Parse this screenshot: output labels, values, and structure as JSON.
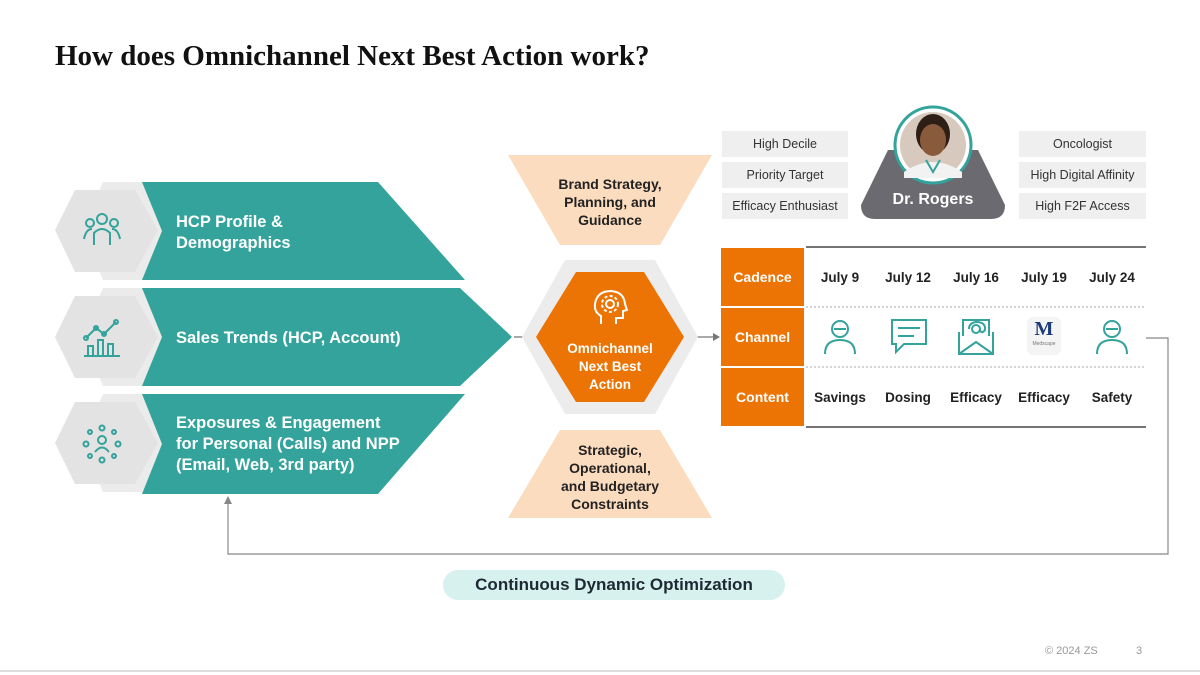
{
  "title": "How does Omnichannel Next Best Action work?",
  "inputs": [
    {
      "label_line1": "HCP Profile &",
      "label_line2": "Demographics",
      "icon": "people-group-icon"
    },
    {
      "label_line1": "Sales Trends (HCP, Account)",
      "icon": "trend-chart-icon"
    },
    {
      "label_line1": "Exposures & Engagement",
      "label_line2": "for Personal (Calls) and NPP",
      "label_line3": "(Email, Web, 3rd party)",
      "icon": "network-people-icon"
    }
  ],
  "funnel_top": {
    "line1": "Brand Strategy,",
    "line2": "Planning, and",
    "line3": "Guidance"
  },
  "funnel_bottom": {
    "line1": "Strategic,",
    "line2": "Operational,",
    "line3": "and Budgetary",
    "line4": "Constraints"
  },
  "engine": {
    "line1": "Omnichannel",
    "line2": "Next Best",
    "line3": "Action",
    "icon": "brain-gear-icon"
  },
  "profile": {
    "name": "Dr. Rogers",
    "left_tags": [
      "High Decile",
      "Priority Target",
      "Efficacy Enthusiast"
    ],
    "right_tags": [
      "Oncologist",
      "High Digital Affinity",
      "High F2F Access"
    ]
  },
  "schedule": {
    "row_labels": {
      "cadence": "Cadence",
      "channel": "Channel",
      "content": "Content"
    },
    "dates": [
      "July 9",
      "July 12",
      "July 16",
      "July 19",
      "July 24"
    ],
    "channels": [
      "rep-visit-icon",
      "chat-message-icon",
      "email-icon",
      "medscape-logo",
      "rep-visit-icon"
    ],
    "medscape_letter": "M",
    "medscape_text": "Medscape",
    "content": [
      "Savings",
      "Dosing",
      "Efficacy",
      "Efficacy",
      "Safety"
    ]
  },
  "feedback_label": "Continuous Dynamic Optimization",
  "footer": {
    "copyright": "© 2024 ZS",
    "page": "3"
  },
  "colors": {
    "teal": "#33a39b",
    "orange": "#ec7404",
    "peach": "#fcdcbf",
    "gray_hex": "#e6e6e6",
    "pill": "#d7f1ef"
  }
}
